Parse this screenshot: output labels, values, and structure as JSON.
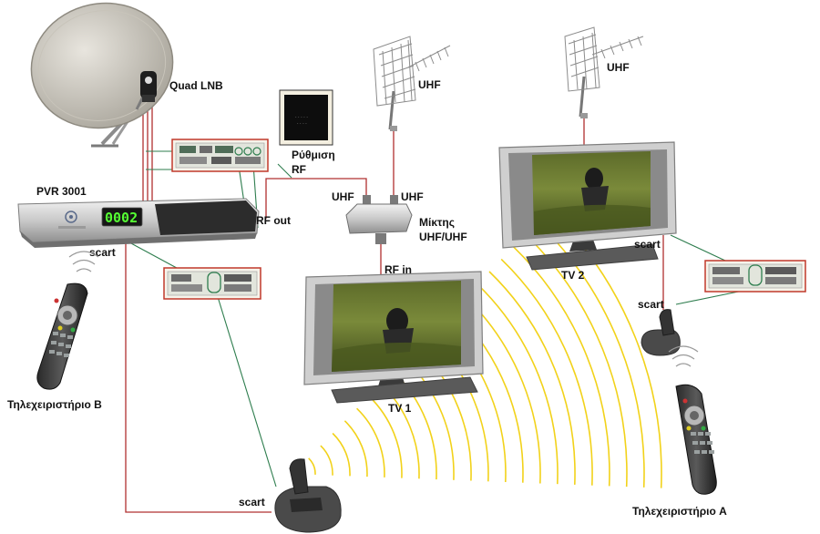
{
  "labels": {
    "quad_lnb": "Quad LNB",
    "pvr": "PVR 3001",
    "pvr_display": "0002",
    "rf_out": "RF out",
    "rf_setting_line1": "Ρύθμιση",
    "rf_setting_line2": "RF",
    "uhf_antenna_1": "UHF",
    "uhf_antenna_2": "UHF",
    "uhf_in_left": "UHF",
    "uhf_in_right": "UHF",
    "mixer_line1": "Μίκτης",
    "mixer_line2": "UHF/UHF",
    "rf_in": "RF in",
    "tv1": "TV 1",
    "tv2": "TV 2",
    "scart_pvr": "scart",
    "scart_tv2": "scart",
    "scart_receiver_tv2": "scart",
    "scart_sender": "scart",
    "remote_b": "Τηλεχειριστήριο B",
    "remote_a": "Τηλεχειριστήριο A"
  },
  "colors": {
    "coax_line": "#b03030",
    "scart_line": "#2e7d4e",
    "wave": "#f2d21a",
    "panel_border": "#c0392b"
  },
  "icons": [
    "satellite-dish-icon",
    "antenna-icon",
    "tv-icon",
    "remote-icon",
    "wireless-sender-icon",
    "wireless-receiver-icon",
    "mixer-icon",
    "connector-panel-icon"
  ]
}
